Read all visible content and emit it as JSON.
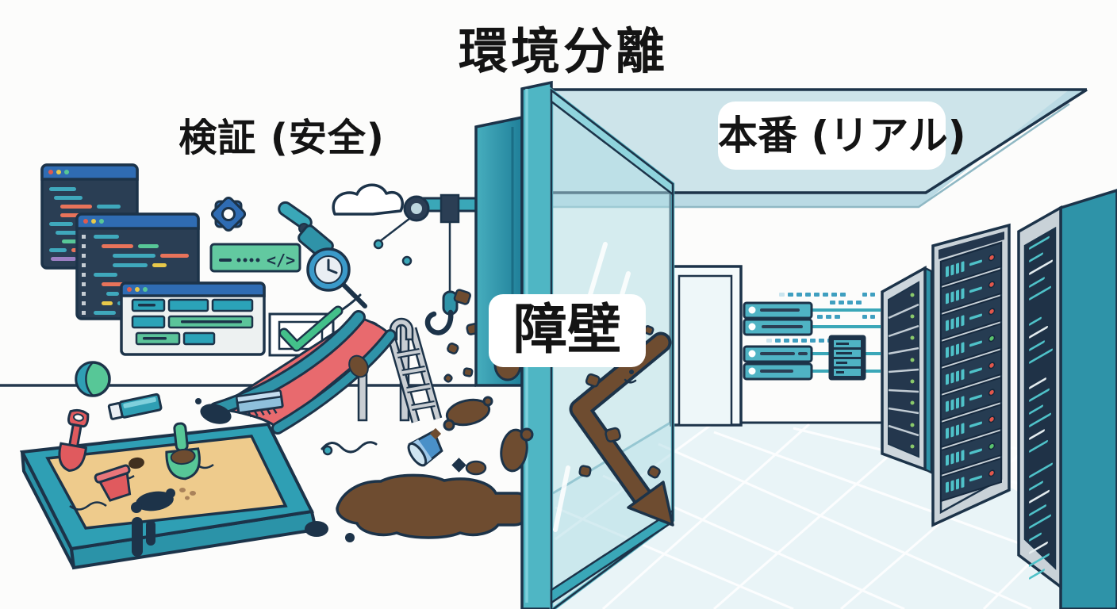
{
  "title": "環境分離",
  "zones": {
    "left": {
      "label": "検証 (安全)"
    },
    "right": {
      "label": "本番 (リアル)"
    },
    "barrier": {
      "label": "障壁"
    }
  },
  "colors": {
    "outline": "#1c3349",
    "teal": "#2f9fb4",
    "teal_light": "#7fd0dc",
    "glass": "#aedce4",
    "ceiling": "#cde4ea",
    "floor": "#e9f4f7",
    "sand": "#eecb8c",
    "mud_brown": "#6e4c30",
    "ink_navy": "#1d3349",
    "toy_red": "#e05a5e",
    "green": "#57c797",
    "window_blue": "#2f6cb3",
    "window_dark": "#2a3e54",
    "led_red": "#e2574b",
    "led_green": "#59c26d"
  }
}
